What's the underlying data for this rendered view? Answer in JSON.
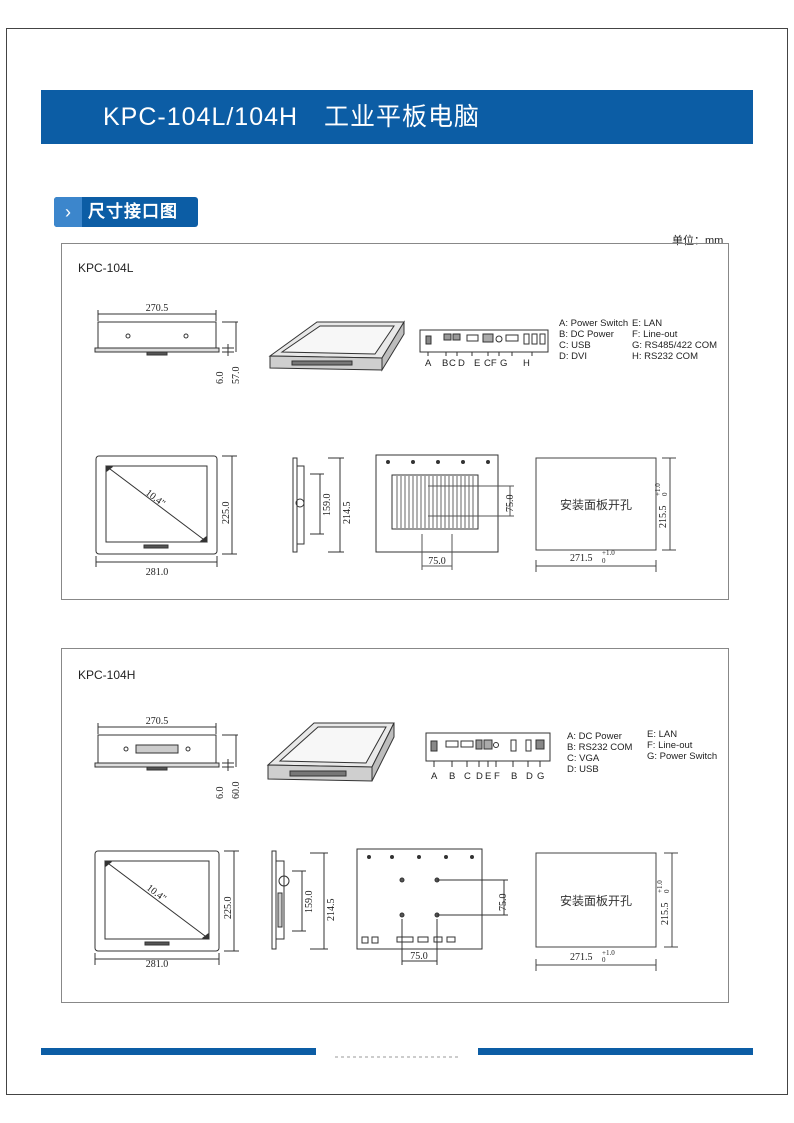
{
  "title": "KPC-104L/104H　工业平板电脑",
  "section": {
    "label": "尺寸接口图"
  },
  "unit": "单位：mm",
  "panels": [
    {
      "model": "KPC-104L",
      "side_width": "270.5",
      "side_thin": "6.0",
      "side_depth": "57.0",
      "port_letters": [
        "A",
        "B",
        "C",
        "D",
        "E",
        "CF",
        "G",
        "H"
      ],
      "legend_left": [
        "A: Power Switch",
        "B: DC Power",
        "C: USB",
        "D: DVI"
      ],
      "legend_right": [
        "E: LAN",
        "F: Line-out",
        "G: RS485/422 COM",
        "H: RS232 COM"
      ],
      "front_width": "281.0",
      "front_height": "225.0",
      "screen_size": "10.4\"",
      "profile_inner": "159.0",
      "profile_outer": "214.5",
      "vesa_h": "75.0",
      "vesa_v": "75.0",
      "cutout_label": "安装面板开孔",
      "cutout_width": "271.5",
      "cutout_height": "215.5",
      "tol_upper": "+1.0",
      "tol_lower": "0"
    },
    {
      "model": "KPC-104H",
      "side_width": "270.5",
      "side_thin": "6.0",
      "side_depth": "60.0",
      "port_letters": [
        "A",
        "B",
        "C",
        "D",
        "E",
        "F",
        "B",
        "D",
        "G"
      ],
      "legend_left": [
        "A: DC Power",
        "B: RS232 COM",
        "C: VGA",
        "D: USB"
      ],
      "legend_right": [
        "E: LAN",
        "F: Line-out",
        "G: Power Switch"
      ],
      "front_width": "281.0",
      "front_height": "225.0",
      "screen_size": "10.4\"",
      "profile_inner": "159.0",
      "profile_outer": "214.5",
      "vesa_h": "75.0",
      "vesa_v": "75.0",
      "cutout_label": "安装面板开孔",
      "cutout_width": "271.5",
      "cutout_height": "215.5",
      "tol_upper": "+1.0",
      "tol_lower": "0"
    }
  ]
}
